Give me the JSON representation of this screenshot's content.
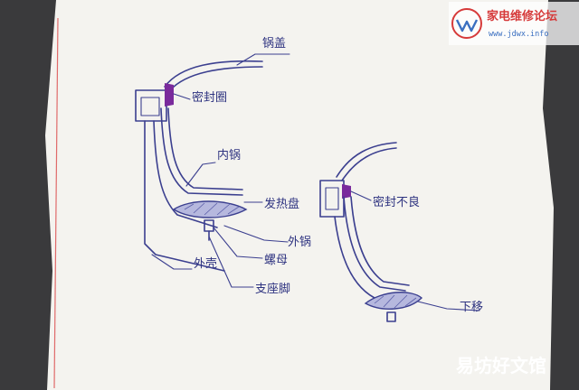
{
  "labels": {
    "lid": "锅盖",
    "seal_ring": "密封圈",
    "inner_pot": "内锅",
    "heating_plate": "发热盘",
    "outer_pot": "外锅",
    "nut": "螺母",
    "outer_shell": "外壳",
    "support_foot": "支座脚",
    "poor_seal": "密封不良",
    "moved_down": "下移"
  },
  "watermark": {
    "brand": "家电维修论坛",
    "url": "www.jdwx.info",
    "bottom": "易坊好文馆"
  },
  "colors": {
    "ink": "#3b3f8f",
    "seal": "#7a2a9c",
    "paper": "#f4f3ef",
    "brand_red": "#d63a3a",
    "brand_blue": "#3a6fc0"
  }
}
